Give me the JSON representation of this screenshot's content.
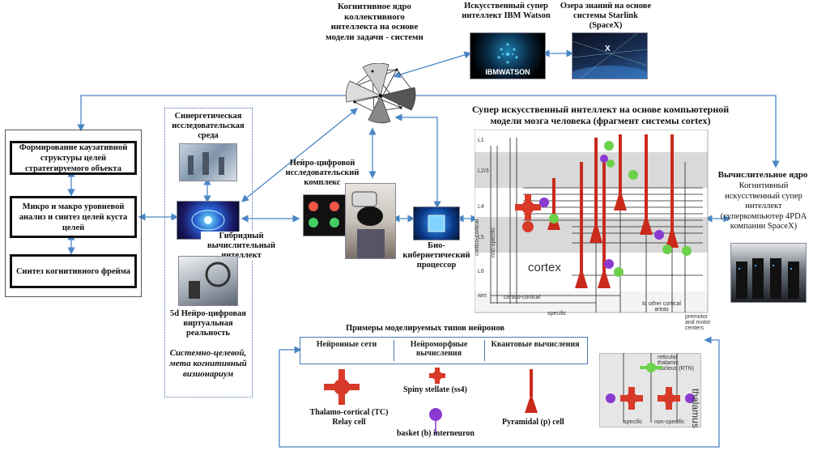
{
  "top": {
    "kernel_title": "Когнитивное ядро коллективного интеллекта на основе модели задачи - системн",
    "watson_title": "Искусственный супер интеллект IBM Watson",
    "starlink_title": "Озера знаний на основе системы Starlink (SpaceX)",
    "watson_logo": "IBMWATSON"
  },
  "left_panel": {
    "box1": "Формирование каузативной структуры целей стратегируемого объекта",
    "box2": "Микро и макро уровневой анализ и синтез целей куста целей",
    "box3": "Синтез когнитивного фрейма"
  },
  "middle_panel": {
    "synergetic": "Синергетическая исследовательская среда",
    "hybrid": "Гибридный вычислительный интеллект",
    "vr": "5d Нейро-цифровая виртуальная реальность",
    "visionarium": "Системно-целевой, мета когнитивный визионариум"
  },
  "complex": {
    "neuro_complex": "Нейро-цифровой исследовательский комплекс",
    "bio_processor": "Био-кибернетический процессор"
  },
  "super_ai": {
    "title": "Супер искусственный интеллект на основе компьютерной модели мозга человека (фрагмент системы cortex)",
    "cortex_word": "cortex",
    "thalamus_word": "thalamus",
    "layers": [
      "L1",
      "L2/3",
      "L4",
      "L5",
      "L6",
      "wm"
    ],
    "labels": {
      "specific": "specific",
      "non_specific": "non-specific",
      "cortico_cortical": "cortico-cortical",
      "cortico_cortical_v": "cortico-cortical",
      "to_other": "to other cortical areas",
      "premotor": "premotor and motor centers",
      "rtn": "reticular thalamic nucleus (RTN)",
      "th_specific": "specific",
      "th_nonspecific": "non-specific"
    }
  },
  "compute_core": {
    "title": "Вычислительное ядро",
    "desc": "Когнитивный искусственный супер интеллект (суперкомпьютер 4PDA компании SpaceX)"
  },
  "neurons": {
    "title": "Примеры моделируемых типов нейронов",
    "columns": [
      "Нейронные сети",
      "Нейроморфные вычисления",
      "Квантовые вычисления"
    ],
    "tc": "Thalamo-cortical (TC) Relay cell",
    "ss4": "Spiny stellate (ss4)",
    "pyramidal": "Pyramidal (p) cell",
    "basket": "basket (b) interneuron"
  },
  "colors": {
    "arrow": "#4a86c5",
    "relay": "#d83a2a",
    "pyramidal": "#c92a1c",
    "basket": "#8a3ad0",
    "green": "#6bd04a"
  }
}
